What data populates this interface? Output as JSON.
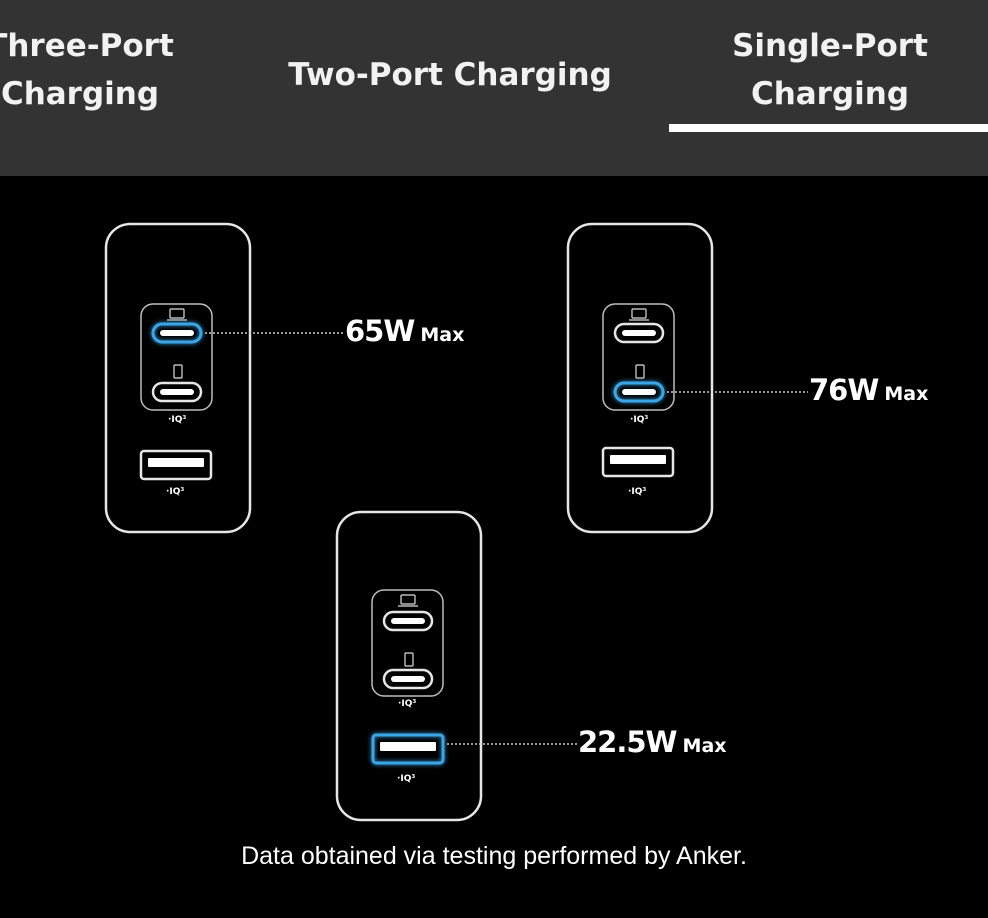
{
  "tabs": {
    "three_port": {
      "line1": "Three-Port",
      "line2": "Charging"
    },
    "two_port": {
      "label": "Two-Port Charging"
    },
    "single_port": {
      "line1": "Single-Port",
      "line2": "Charging",
      "selected": true
    }
  },
  "chargers": {
    "left": {
      "value": "65W",
      "unit": "Max",
      "port_label_c2": "·IQ³",
      "port_label_a": "·IQ³"
    },
    "right": {
      "value": "76W",
      "unit": "Max",
      "port_label_c2": "·IQ³",
      "port_label_a": "·IQ³"
    },
    "bottom": {
      "value": "22.5W",
      "unit": "Max",
      "port_label_c2": "·IQ³",
      "port_label_a": "·IQ³"
    }
  },
  "footnote": "Data obtained via testing performed by Anker.",
  "colors": {
    "tab_background": "#333333",
    "stage_background": "#000000",
    "active_port": "#3aa6e6",
    "outline": "#e6e6e6",
    "tab_underline": "#ffffff"
  },
  "icons": {
    "port_c1": "laptop-icon",
    "port_c2": "phone-icon"
  }
}
